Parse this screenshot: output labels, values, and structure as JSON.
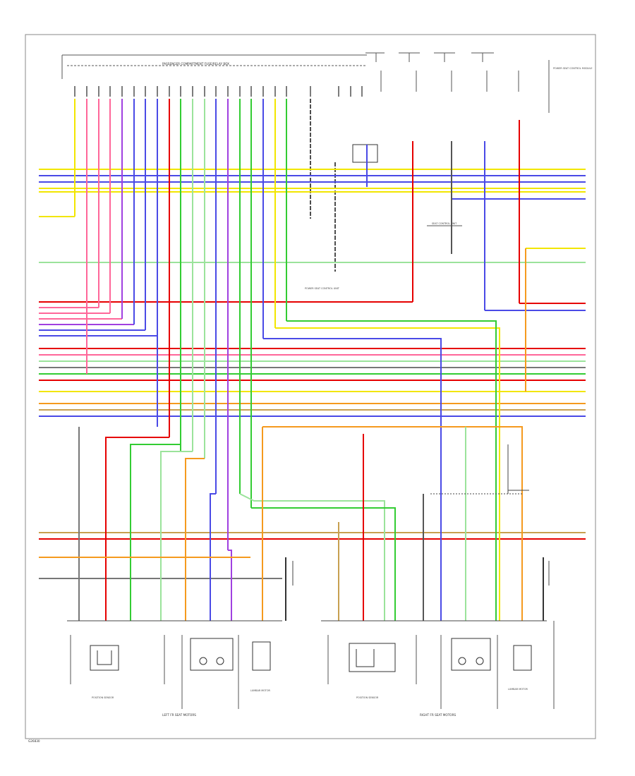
{
  "page": {
    "footer_code": "G26830"
  },
  "colors": {
    "yellow": "#f2e600",
    "blue": "#4a4ae6",
    "red": "#e60000",
    "green": "#33cc33",
    "lightgreen": "#9be39b",
    "pink": "#ff6699",
    "orange": "#f59a1e",
    "violet": "#a040e0",
    "tan": "#c8a050",
    "gray": "#777777",
    "black": "#222222"
  },
  "components": {
    "top_connector": "PASSENGER COMPARTMENT FUSE/RELAY BOX",
    "right_top_note": "POWER SEAT CONTROL MODULE",
    "control_unit_mid": "SEAT CONTROL UNIT",
    "control_unit_lower": "POWER SEAT CONTROL UNIT",
    "left_position_sensor": "POSITION SENSOR",
    "left_lumbar_motor": "LUMBAR MOTOR",
    "left_motor_group": "LEFT FR SEAT MOTORS",
    "right_position_sensor": "POSITION SENSOR",
    "right_lumbar_motor": "LUMBAR MOTOR",
    "right_motor_group": "RIGHT FR SEAT MOTORS"
  }
}
